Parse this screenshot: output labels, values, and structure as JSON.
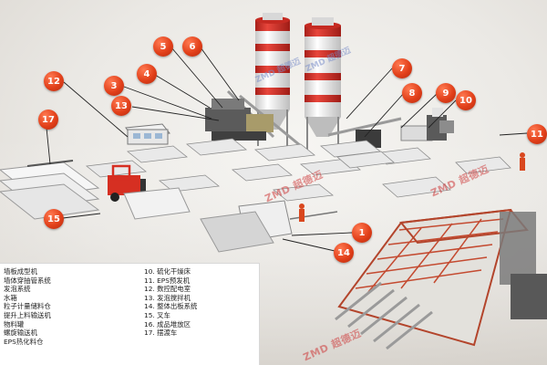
{
  "brand": {
    "watermark": "ZMD 超德迈"
  },
  "callouts": [
    "1",
    "3",
    "4",
    "5",
    "6",
    "7",
    "8",
    "9",
    "10",
    "11",
    "12",
    "13",
    "14",
    "15",
    "17"
  ],
  "legend": {
    "left": [
      "墙板成型机",
      "墙体穿抽管系统",
      "发泡系统",
      "水箱",
      "粒子计量储料仓",
      "提升上料输送机",
      "物料罐",
      "螺旋输送机",
      "EPS热化料仓"
    ],
    "right": [
      "10. 硫化干燥床",
      "11. EPS预发机",
      "12. 数控配电室",
      "13. 发泡搅拌机",
      "14. 整体出板系统",
      "15. 叉车",
      "16. 成品堆放区",
      "17. 摆渡车"
    ]
  },
  "colors": {
    "accent": "#e2401a",
    "silo_red": "#d8322a",
    "silo_white": "#f3f3f3"
  }
}
